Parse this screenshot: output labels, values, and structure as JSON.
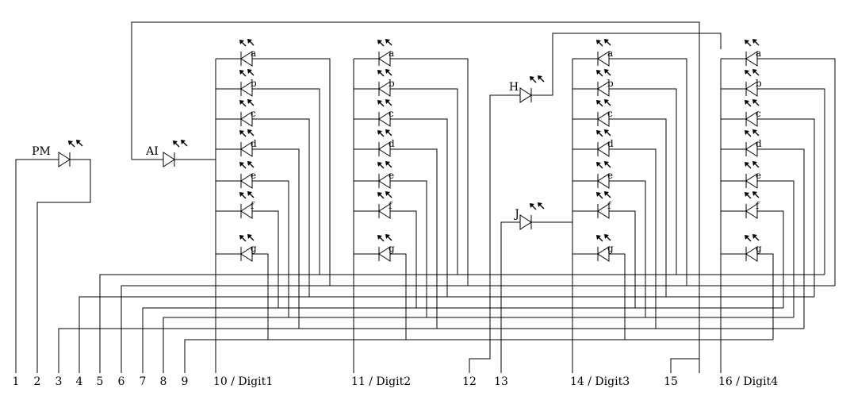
{
  "pins": [
    "1",
    "2",
    "3",
    "4",
    "5",
    "6",
    "7",
    "8",
    "9",
    "10 / Digit1",
    "11 / Digit2",
    "12",
    "13",
    "14 / Digit3",
    "15",
    "16 / Digit4"
  ],
  "digits": [
    {
      "name": "Digit1",
      "segments": [
        "a",
        "b",
        "c",
        "d",
        "e",
        "f",
        "g"
      ]
    },
    {
      "name": "Digit2",
      "segments": [
        "a",
        "b",
        "c",
        "d",
        "e",
        "f",
        "g"
      ]
    },
    {
      "name": "Digit3",
      "segments": [
        "a",
        "b",
        "c",
        "d",
        "e",
        "f",
        "g"
      ]
    },
    {
      "name": "Digit4",
      "segments": [
        "a",
        "b",
        "c",
        "d",
        "e",
        "f",
        "g"
      ]
    }
  ],
  "indicators": [
    {
      "label": "PM"
    },
    {
      "label": "AI"
    },
    {
      "label": "H"
    },
    {
      "label": "J"
    }
  ]
}
